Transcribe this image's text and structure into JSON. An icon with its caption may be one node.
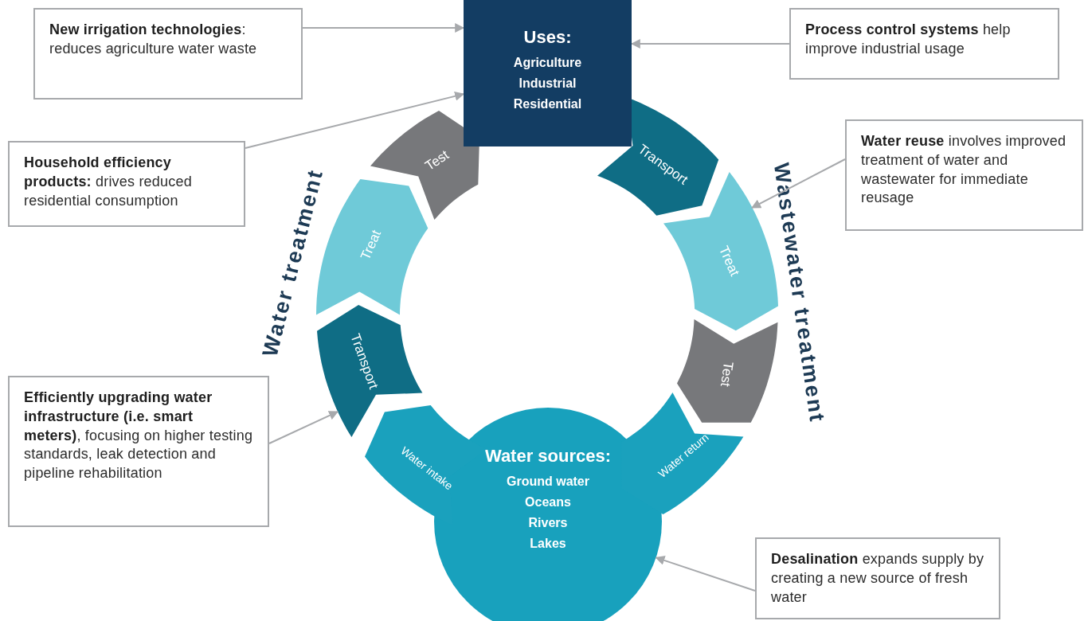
{
  "diagram": {
    "nodes": [
      {
        "text": [
          "**New irrigation technologies**: reduces agriculture water waste"
        ]
      },
      {
        "text": [
          "Uses:",
          "Agriculture",
          "Industrial",
          "Residential"
        ]
      },
      {
        "text": [
          "**Process control systems** help improve industrial usage"
        ]
      },
      {
        "text": [
          "Test"
        ]
      },
      {
        "text": [
          "Transport"
        ]
      },
      {
        "text": [
          "**Household efficiency products:** drives reduced residential consumption"
        ]
      },
      {
        "text": [
          "Treat"
        ]
      },
      {
        "text": [
          "**Water reuse** involves improved treatment of water and wastewater for immediate reusage"
        ]
      },
      {
        "text": [
          "Treat"
        ]
      },
      {
        "text": [
          "Transport"
        ]
      },
      {
        "text": [
          "Test"
        ]
      },
      {
        "text": [
          "**Efficiently upgrading water infrastructure (i.e. smart meters)**, focusing on higher testing standards, leak detection and pipeline rehabilitation"
        ]
      },
      {
        "text": [
          "Water intake"
        ]
      },
      {
        "text": [
          "Water sources:",
          "Ground water",
          "Oceans",
          "Rivers",
          "Lakes"
        ]
      },
      {
        "text": [
          "Water return"
        ]
      },
      {
        "text": [
          "**Desalination** expands supply by creating a new source of fresh water"
        ]
      }
    ],
    "edges": [
      {
        "from": 0,
        "to": 1,
        "arrow": "to"
      },
      {
        "from": 2,
        "to": 1,
        "arrow": "to"
      },
      {
        "from": 5,
        "to": 1,
        "arrow": "to"
      },
      {
        "from": 7,
        "to": 6,
        "arrow": "to"
      },
      {
        "from": 11,
        "to": 9,
        "arrow": "to"
      },
      {
        "from": 15,
        "to": 13,
        "arrow": "to"
      }
    ],
    "labels": [
      "Water treatment",
      "Wastewater treatment"
    ]
  }
}
